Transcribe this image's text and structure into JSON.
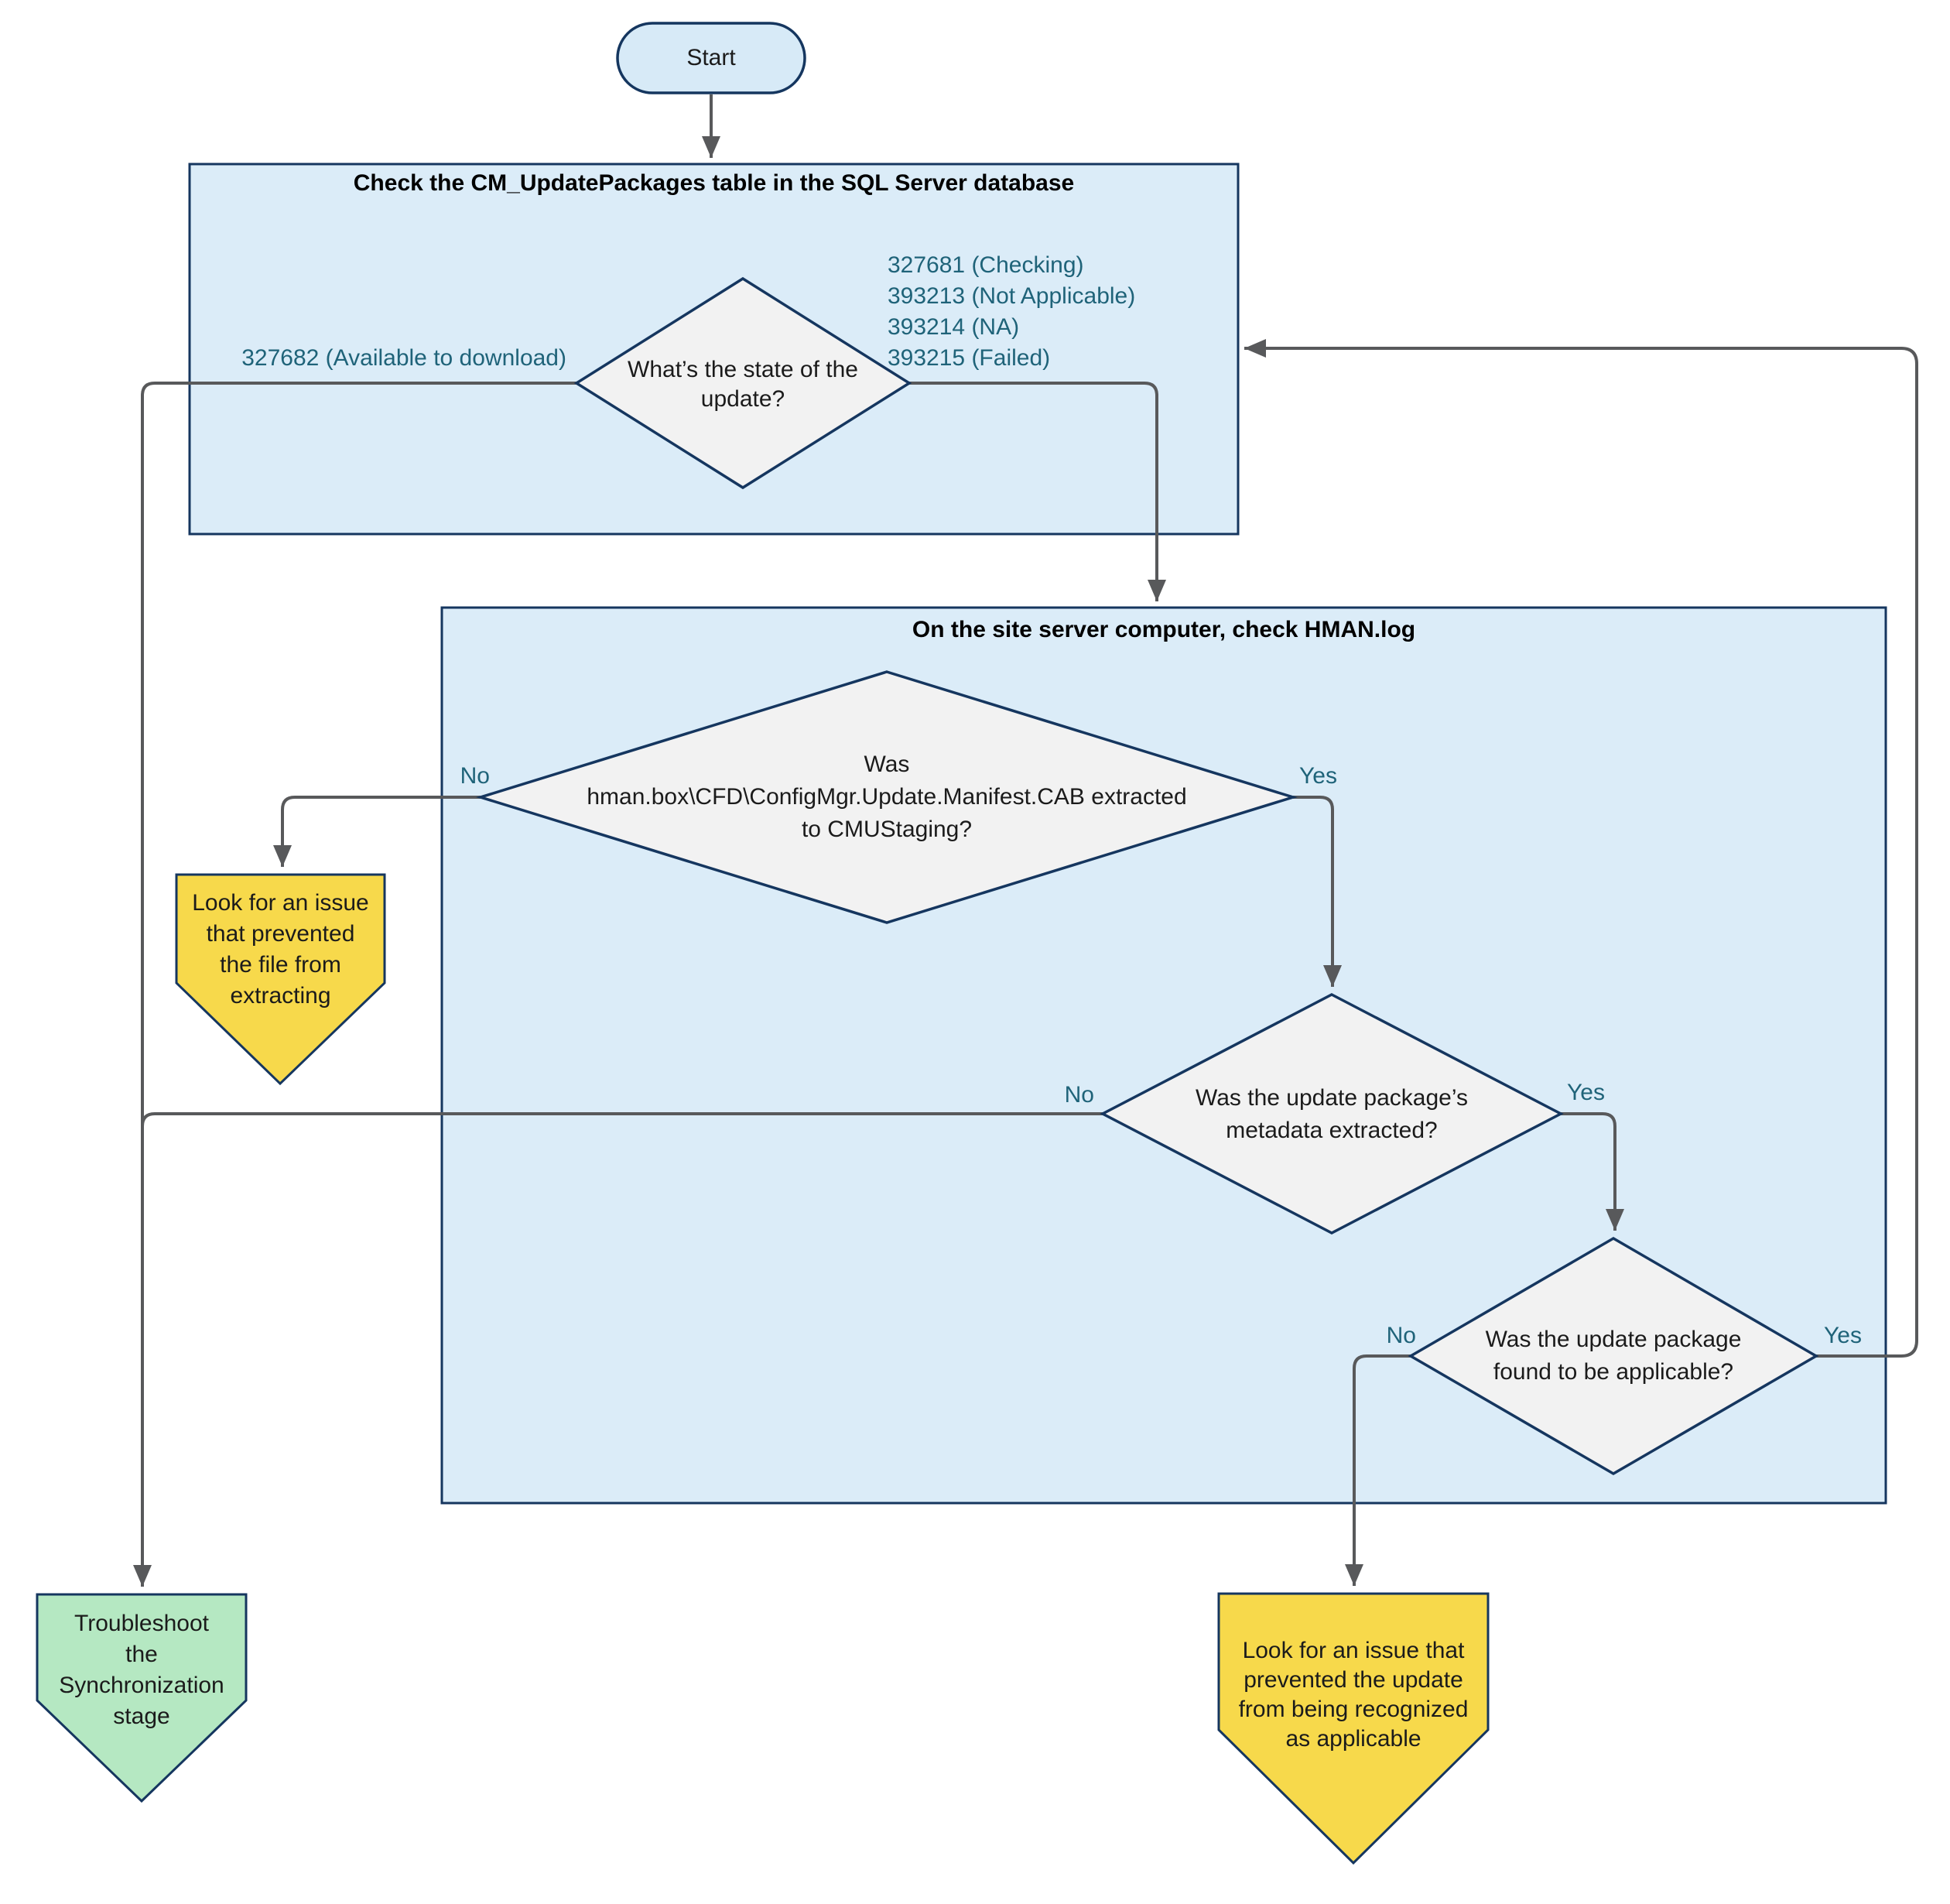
{
  "flowchart": {
    "start_label": "Start",
    "stage1": {
      "title": "Check the CM_UpdatePackages table in the SQL Server database",
      "decision_state": "What’s the state of the\nupdate?",
      "branch_available": "327682 (Available to download)",
      "branch_states": [
        "327681 (Checking)",
        "393213 (Not Applicable)",
        "393214 (NA)",
        "393215 (Failed)"
      ]
    },
    "stage2": {
      "title": "On the site server computer, check HMAN.log",
      "decision_cab_extracted": {
        "text": "Was\nhman.box\\CFD\\ConfigMgr.Update.Manifest.CAB extracted\nto CMUStaging?",
        "no": "No",
        "yes": "Yes"
      },
      "decision_metadata": {
        "text": "Was the update package’s\nmetadata extracted?",
        "no": "No",
        "yes": "Yes"
      },
      "decision_applicable": {
        "text": "Was the update package\nfound to be applicable?",
        "no": "No",
        "yes": "Yes"
      }
    },
    "outcomes": {
      "extract_issue": "Look for an issue\nthat prevented\nthe file from\nextracting",
      "troubleshoot_sync": "Troubleshoot\nthe\nSynchronization\nstage",
      "applicability_issue": "Look for an issue that\nprevented the update\nfrom being recognized\nas applicable"
    },
    "colors": {
      "accent_container_fill": "#dbecf8",
      "accent_border": "#15365f",
      "node_fill": "#f2f2f2",
      "start_fill": "#d7eaf7",
      "warning_fill": "#f7d94b",
      "success_fill": "#b5e8c2",
      "connector_gray": "#58595b",
      "branch_text_teal": "#1f6379",
      "text_black": "#1b1b1b"
    }
  }
}
